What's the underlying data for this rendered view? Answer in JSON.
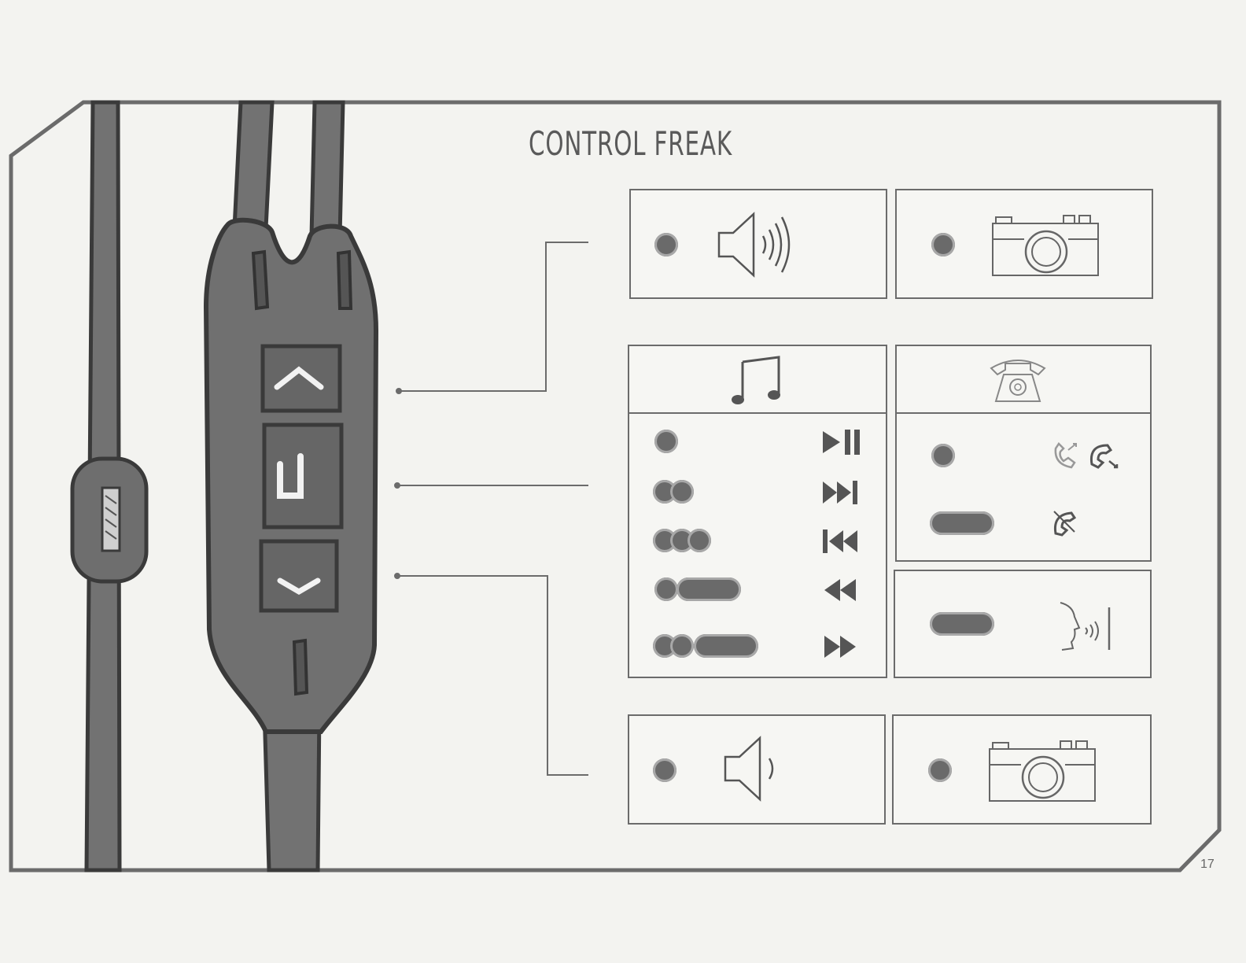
{
  "page": {
    "title": "CONTROL FREAK",
    "page_number": "17"
  },
  "panels": {
    "volume_up": {
      "icon": "speaker-loud-icon"
    },
    "camera_top": {
      "icon": "camera-icon"
    },
    "music": {
      "header_icon": "music-note-icon",
      "rows": [
        {
          "press": "single-press",
          "action_icon": "play-pause-icon"
        },
        {
          "press": "double-press",
          "action_icon": "next-track-icon"
        },
        {
          "press": "triple-press",
          "action_icon": "previous-track-icon"
        },
        {
          "press": "single-press-then-hold",
          "action_icon": "rewind-icon"
        },
        {
          "press": "double-press-then-hold",
          "action_icon": "fast-forward-icon"
        }
      ]
    },
    "phone": {
      "header_icon": "telephone-icon",
      "rows": [
        {
          "press": "single-press",
          "action_icon": "answer-end-call-icon"
        },
        {
          "press": "hold",
          "action_icon": "decline-call-icon"
        }
      ]
    },
    "voice": {
      "press": "hold",
      "action_icon": "voice-control-icon"
    },
    "volume_down": {
      "icon": "speaker-quiet-icon"
    },
    "camera_bottom": {
      "icon": "camera-icon"
    }
  },
  "remote": {
    "buttons": [
      "volume-up-button",
      "center-button",
      "volume-down-button"
    ]
  },
  "colors": {
    "line": "#6b6b6b",
    "fill": "#6a6a6a",
    "cable": "#707070"
  }
}
